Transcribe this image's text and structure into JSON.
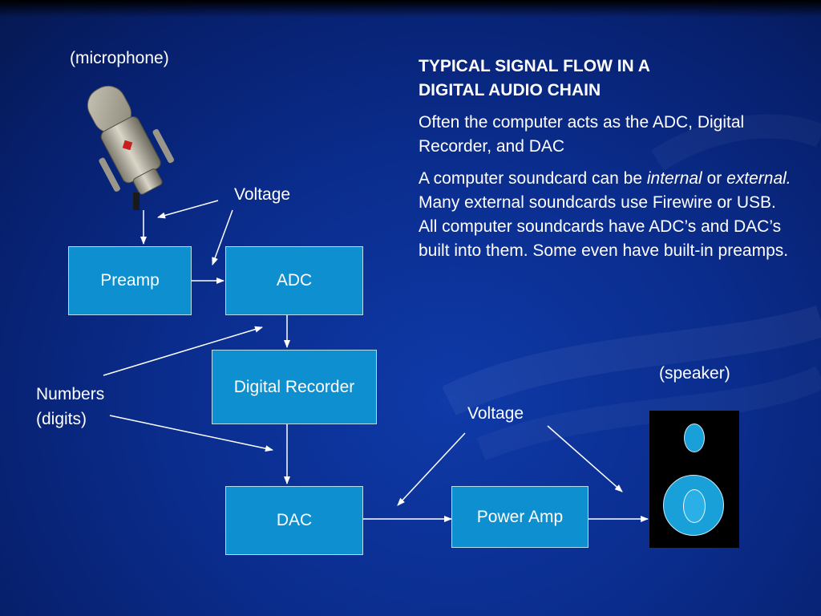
{
  "labels": {
    "microphone": "(microphone)",
    "voltage_top": "Voltage",
    "numbers": "Numbers",
    "digits": "(digits)",
    "voltage_bottom": "Voltage",
    "speaker": "(speaker)"
  },
  "boxes": {
    "preamp": "Preamp",
    "adc": "ADC",
    "digital_recorder": "Digital Recorder",
    "dac": "DAC",
    "power_amp": "Power Amp"
  },
  "notes": {
    "heading_line1": "TYPICAL SIGNAL FLOW IN A",
    "heading_line2": "DIGITAL AUDIO CHAIN",
    "para1": "Often the computer acts as the  ADC, Digital Recorder, and DAC",
    "para2_a": "A computer soundcard can be ",
    "para2_internal": "internal",
    "para2_b": " or ",
    "para2_external": "external.",
    "para2_c": "  Many external soundcards use Firewire or USB.  All computer soundcards have ADC’s and DAC’s built into them.  Some even have built-in preamps."
  },
  "colors": {
    "background": "#0a2c8c",
    "box_fill": "#0e8fd0",
    "text": "#ffffff"
  }
}
